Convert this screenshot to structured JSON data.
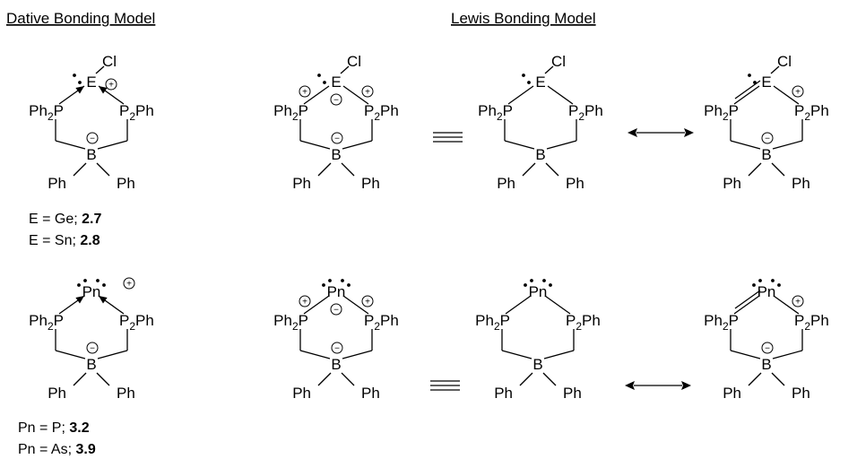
{
  "headings": {
    "dative": "Dative Bonding Model",
    "lewis": "Lewis Bonding Model"
  },
  "atoms": {
    "Cl": "Cl",
    "E": "E",
    "Pn": "Pn",
    "B": "B",
    "Ph": "Ph",
    "Ph2P_main": "Ph",
    "Ph2P_sub": "2",
    "Ph2P_P": "P",
    "PPh2_P": "P",
    "PPh2_main": "Ph",
    "PPh2_sub": "2",
    "plus": "+",
    "minus": "−"
  },
  "captions": {
    "ge_prefix": "E = Ge; ",
    "ge_id": "2.7",
    "sn_prefix": "E = Sn; ",
    "sn_id": "2.8",
    "p_prefix": "Pn = P; ",
    "p_id": "3.2",
    "as_prefix": "Pn = As; ",
    "as_id": "3.9"
  }
}
